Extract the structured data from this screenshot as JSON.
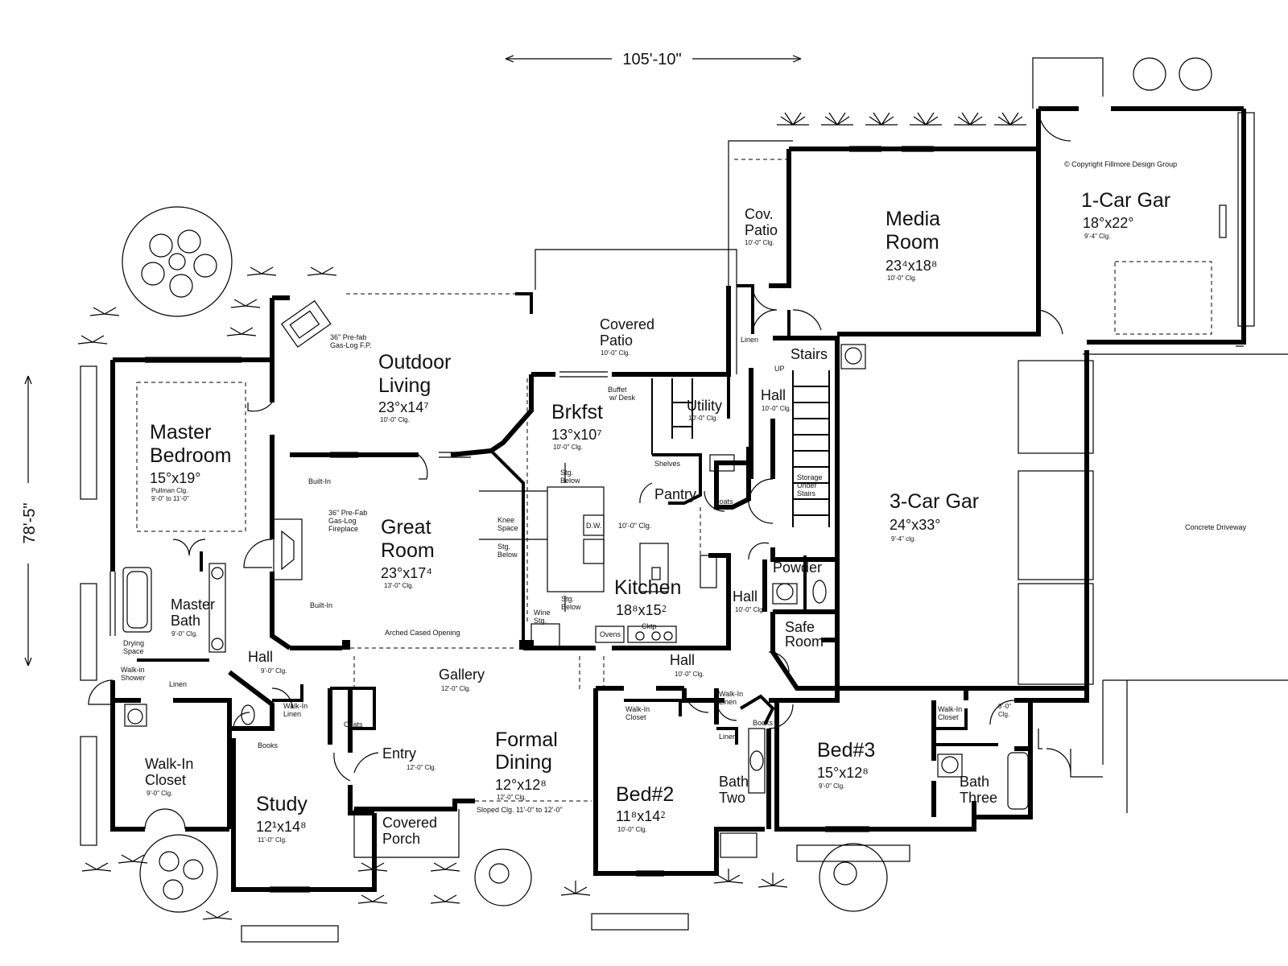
{
  "plan": {
    "overall_width": "105'-10\"",
    "overall_depth": "78'-5\"",
    "copyright": "© Copyright Fillmore Design Group",
    "driveway": "Concrete Driveway",
    "rooms": {
      "master_bedroom": {
        "name_1": "Master",
        "name_2": "Bedroom",
        "size": "15°x19°",
        "clg_1": "Pullman Clg.",
        "clg_2": "9'-0\" to 11'-0\""
      },
      "master_bath": {
        "name_1": "Master",
        "name_2": "Bath",
        "clg": "9'-0\" Clg."
      },
      "outdoor_living": {
        "name_1": "Outdoor",
        "name_2": "Living",
        "size": "23°x14⁷",
        "clg": "10'-0\" Clg."
      },
      "covered_patio": {
        "name_1": "Covered",
        "name_2": "Patio",
        "clg": "10'-0\" Clg."
      },
      "cov_patio": {
        "name_1": "Cov.",
        "name_2": "Patio",
        "clg": "10'-0\" Clg."
      },
      "media_room": {
        "name_1": "Media",
        "name_2": "Room",
        "size": "23⁴x18⁸",
        "clg": "10'-0\" Clg."
      },
      "one_car_gar": {
        "name": "1-Car Gar",
        "size": "18°x22°",
        "clg": "9'-4\" Clg."
      },
      "great_room": {
        "name_1": "Great",
        "name_2": "Room",
        "size": "23°x17⁴",
        "clg": "13'-0\" Clg."
      },
      "brkfst": {
        "name": "Brkfst",
        "size": "13°x10⁷",
        "clg": "10'-0\" Clg."
      },
      "utility": {
        "name": "Utility",
        "clg": "10'-0\" Clg."
      },
      "hall_upper": {
        "name": "Hall",
        "clg": "10'-0\" Clg."
      },
      "stairs": {
        "name": "Stairs",
        "up": "UP"
      },
      "pantry": {
        "name": "Pantry"
      },
      "kitchen": {
        "name": "Kitchen",
        "size": "18⁸x15⁲",
        "clg": "10'-0\" Clg."
      },
      "hall_kitchen": {
        "name": "Hall",
        "clg": "10'-0\" Clg."
      },
      "powder": {
        "name": "Powder"
      },
      "safe_room": {
        "name_1": "Safe",
        "name_2": "Room"
      },
      "three_car_gar": {
        "name": "3-Car Gar",
        "size": "24°x33°",
        "clg": "9'-4\" clg."
      },
      "gallery": {
        "name": "Gallery",
        "clg": "12'-0\" Clg."
      },
      "hall_left": {
        "name": "Hall",
        "clg": "9'-0\" Clg."
      },
      "hall_right": {
        "name": "Hall",
        "clg": "10'-0\" Clg."
      },
      "walk_in_closet": {
        "name_1": "Walk-In",
        "name_2": "Closet",
        "clg": "9'-0\" Clg."
      },
      "study": {
        "name": "Study",
        "size": "12¹x14⁸",
        "clg": "11'-0\" Clg."
      },
      "entry": {
        "name": "Entry",
        "clg": "12'-0\" Clg."
      },
      "covered_porch": {
        "name_1": "Covered",
        "name_2": "Porch"
      },
      "formal_dining": {
        "name_1": "Formal",
        "name_2": "Dining",
        "size": "12°x12⁸",
        "clg": "12'-0\" Clg."
      },
      "bed2": {
        "name": "Bed#2",
        "size": "11⁸x14⁲",
        "clg": "10'-0\" Clg."
      },
      "bath_two": {
        "name_1": "Bath",
        "name_2": "Two"
      },
      "bed3": {
        "name": "Bed#3",
        "size": "15°x12⁸",
        "clg": "9'-0\" Clg."
      },
      "bath_three": {
        "name_1": "Bath",
        "name_2": "Three"
      },
      "hall_bed3": {
        "name": "8'-0\"",
        "clg": "Clg."
      }
    },
    "notes": {
      "fp_outdoor_1": "36\" Pre-fab",
      "fp_outdoor_2": "Gas-Log F.P.",
      "fp_great_1": "36\" Pre-Fab",
      "fp_great_2": "Gas-Log",
      "fp_great_3": "Fireplace",
      "built_in_top": "Built-In",
      "built_in_bottom": "Built-In",
      "arched": "Arched Cased Opening",
      "buffet_1": "Buffet",
      "buffet_2": "w/ Desk",
      "shelves": "Shelves",
      "coats_pantry": "Coats",
      "coats_entry": "Coats",
      "storage_1": "Storage",
      "storage_2": "Under",
      "storage_3": "Stairs",
      "linen_upper": "Linen",
      "linen_bed2": "Linen",
      "knee_1": "Knee",
      "knee_2": "Space",
      "stg_below_top_1": "Stg.",
      "stg_below_top_2": "Below",
      "stg_below_left_1": "Stg.",
      "stg_below_left_2": "Below",
      "stg_below_bottom_1": "Stg.",
      "stg_below_bottom_2": "Below",
      "dw": "D.W.",
      "kitchen_clg": "10'-0\" Clg.",
      "wine_1": "Wine",
      "wine_2": "Stg.",
      "ovens": "Ovens",
      "cktp": "Cktp",
      "drying_1": "Drying",
      "drying_2": "Space",
      "walk_in_shower_1": "Walk-in",
      "walk_in_shower_2": "Shower",
      "linen_master": "Linen",
      "walk_in_linen_1": "Walk-In",
      "walk_in_linen_2": "Linen",
      "books_study": "Books",
      "books_bath2": "Books",
      "walk_in_closet_bed2_1": "Walk-In",
      "walk_in_closet_bed2_2": "Closet",
      "walk_in_linen_bed2_1": "Walk-In",
      "walk_in_linen_bed2_2": "Linen",
      "walk_in_closet_bed3_1": "Walk-In",
      "walk_in_closet_bed3_2": "Closet",
      "sloped_clg": "Sloped Clg. 11'-0\" to 12'-0\""
    }
  }
}
